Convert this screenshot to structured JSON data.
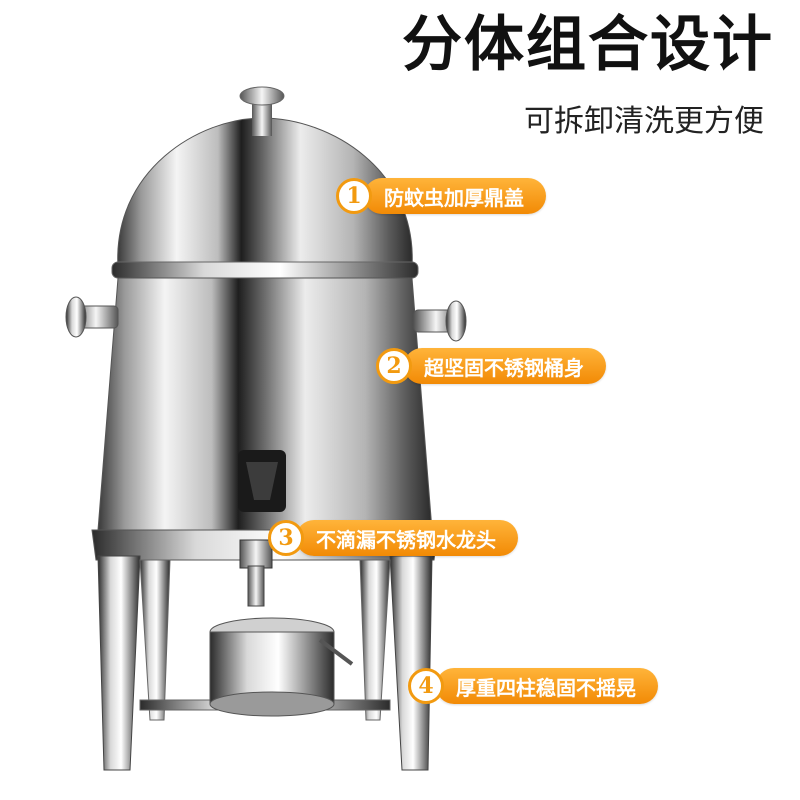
{
  "headline": "分体组合设计",
  "subheadline": "可拆卸清洗更方便",
  "accent_color": "#f29a10",
  "features": [
    {
      "number": "1",
      "label": "防蚊虫加厚鼎盖"
    },
    {
      "number": "2",
      "label": "超坚固不锈钢桶身"
    },
    {
      "number": "3",
      "label": "不滴漏不锈钢水龙头"
    },
    {
      "number": "4",
      "label": "厚重四柱稳固不摇晃"
    }
  ]
}
